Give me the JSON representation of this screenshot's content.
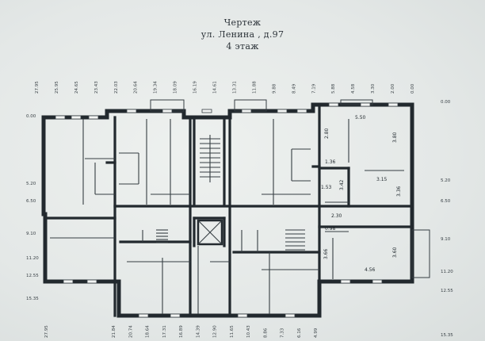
{
  "header": {
    "line1": "Чертеж",
    "line2": "ул. Ленина , д.97",
    "line3": "4 этаж"
  },
  "colors": {
    "paper": "#e9ecea",
    "wall": "#22292e",
    "thin": "#353d42",
    "text": "#2b3238"
  },
  "top_dims": [
    "27.95",
    "25.95",
    "24.65",
    "23.43",
    "22.03",
    "20.64",
    "19.34",
    "18.09",
    "16.19",
    "14.61",
    "13.31",
    "11.88",
    "9.88",
    "8.49",
    "7.19",
    "5.88",
    "4.58",
    "3.30",
    "2.00",
    "0.00"
  ],
  "bottom_dims": [
    "27.95",
    "21.84",
    "20.74",
    "18.64",
    "17.31",
    "16.89",
    "14.39",
    "12.90",
    "11.65",
    "10.43",
    "8.86",
    "7.33",
    "6.16",
    "4.99"
  ],
  "left_dims": [
    "0.00",
    "5.20",
    "6.50",
    "9.10",
    "11.20",
    "12.55",
    "15.35"
  ],
  "right_dims": [
    "0.00",
    "5.20",
    "6.50",
    "9.10",
    "11.20",
    "12.55",
    "15.35"
  ],
  "rooms": [
    "5.50",
    "3.80",
    "2.80",
    "1.36",
    "1.53",
    "3.42",
    "3.15",
    "3.36",
    "2.30",
    "0.98",
    "3.66",
    "3.60",
    "4.56"
  ]
}
